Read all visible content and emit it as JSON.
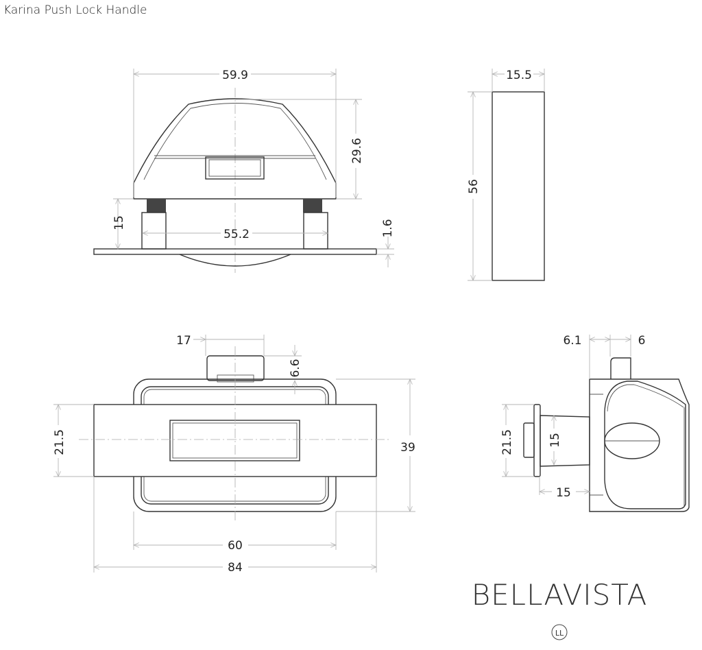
{
  "title": "Karina Push Lock Handle",
  "front_view": {
    "width": "59.9",
    "height": "29.6",
    "post_height": "15",
    "post_spacing": "55.2",
    "plate_thickness": "1.6"
  },
  "side_view_top": {
    "depth": "15.5",
    "length": "56"
  },
  "top_view": {
    "tab_width": "17",
    "tab_height": "6.6",
    "bar_height": "21.5",
    "body_depth": "39",
    "body_width": "60",
    "bar_width": "84"
  },
  "side_view_bottom": {
    "tab_offset": "6.1",
    "tab_width": "6",
    "flange_height": "21.5",
    "shaft_diameter": "15",
    "shaft_length": "15"
  },
  "brand": {
    "name": "BELLAVISTA",
    "badge": "LL"
  }
}
